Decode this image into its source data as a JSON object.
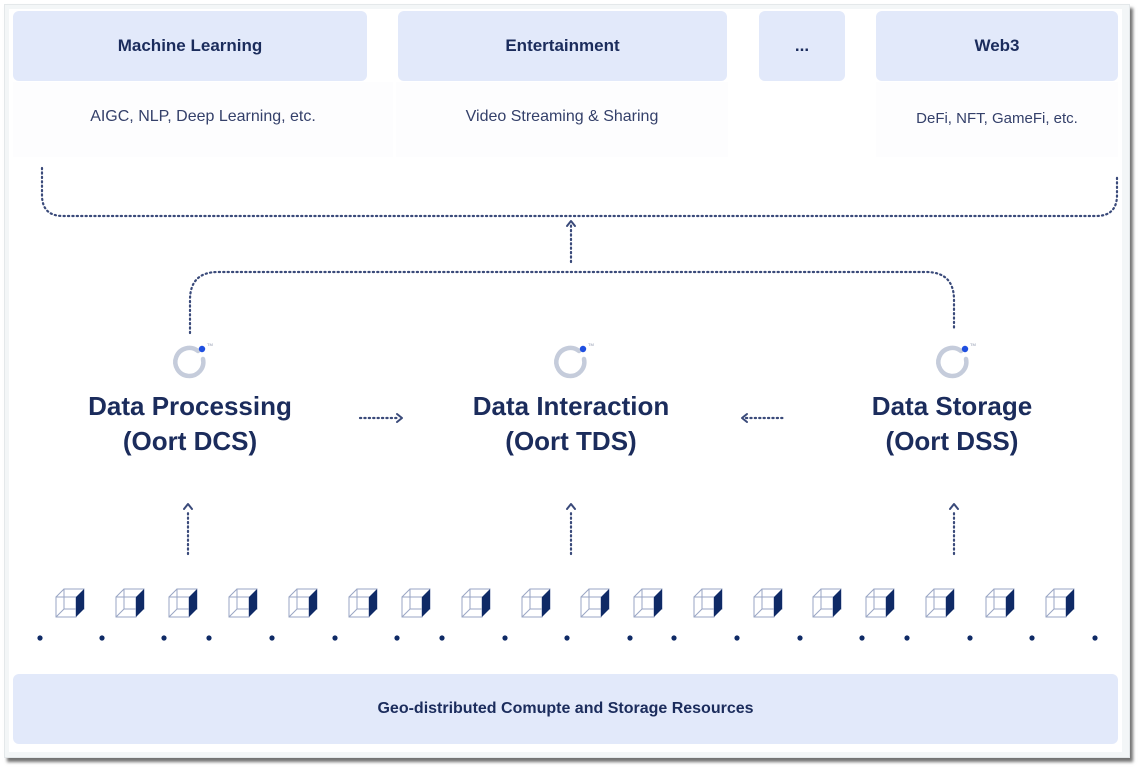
{
  "colors": {
    "box_fill": "#e2e9fa",
    "text_dark": "#1b2c5c",
    "dotted_line": "#3a4a7a",
    "logo_ring": "#c5ccdb",
    "logo_dot": "#1f4fe0",
    "cube_fill": "#0f2a66"
  },
  "applications": [
    {
      "name": "Machine Learning",
      "examples": "AIGC, NLP, Deep Learning, etc."
    },
    {
      "name": "Entertainment",
      "examples": "Video Streaming & Sharing"
    },
    {
      "name": "...",
      "examples": ""
    },
    {
      "name": "Web3",
      "examples": "DeFi, NFT, GameFi, etc."
    }
  ],
  "layers": [
    {
      "title": "Data Processing",
      "subtitle": "(Oort DCS)",
      "icon": "oort-logo-icon"
    },
    {
      "title": "Data Interaction",
      "subtitle": "(Oort TDS)",
      "icon": "oort-logo-icon"
    },
    {
      "title": "Data Storage",
      "subtitle": "(Oort DSS)",
      "icon": "oort-logo-icon"
    }
  ],
  "flows": [
    {
      "from": "Data Processing",
      "to": "Data Interaction"
    },
    {
      "from": "Data Storage",
      "to": "Data Interaction"
    },
    {
      "from": "Layers",
      "to": "Applications"
    },
    {
      "from": "Resources",
      "to": "Layers"
    }
  ],
  "resources": {
    "label": "Geo-distributed Comupte and Storage Resources",
    "node_icon": "cube-icon",
    "node_count": 18,
    "dot_count": 19
  }
}
